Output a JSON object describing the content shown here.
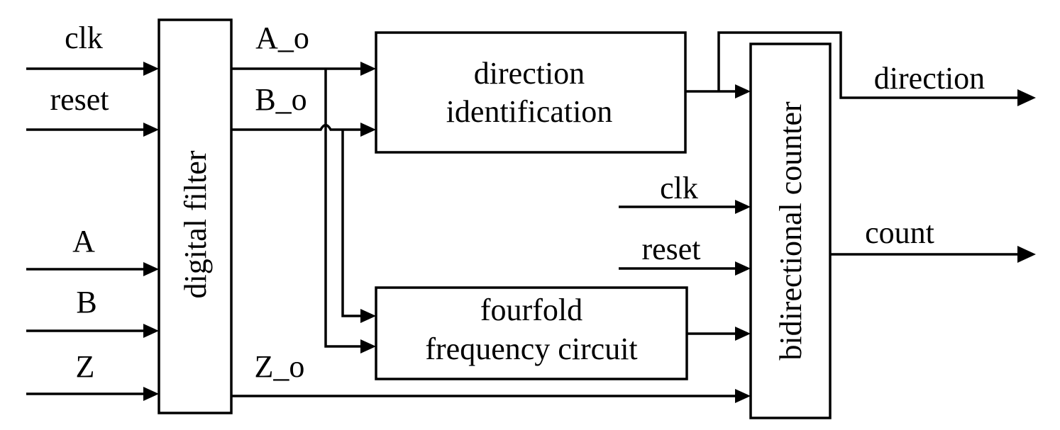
{
  "inputs": {
    "clk": "clk",
    "reset": "reset",
    "a": "A",
    "b": "B",
    "z": "Z"
  },
  "blocks": {
    "digital_filter": "digital filter",
    "direction_identification_line1": "direction",
    "direction_identification_line2": "identification",
    "fourfold_line1": "fourfold",
    "fourfold_line2": "frequency circuit",
    "bidirectional_counter": "bidirectional counter"
  },
  "signals": {
    "a_o": "A_o",
    "b_o": "B_o",
    "z_o": "Z_o",
    "counter_clk": "clk",
    "counter_reset": "reset"
  },
  "outputs": {
    "direction": "direction",
    "count": "count"
  }
}
